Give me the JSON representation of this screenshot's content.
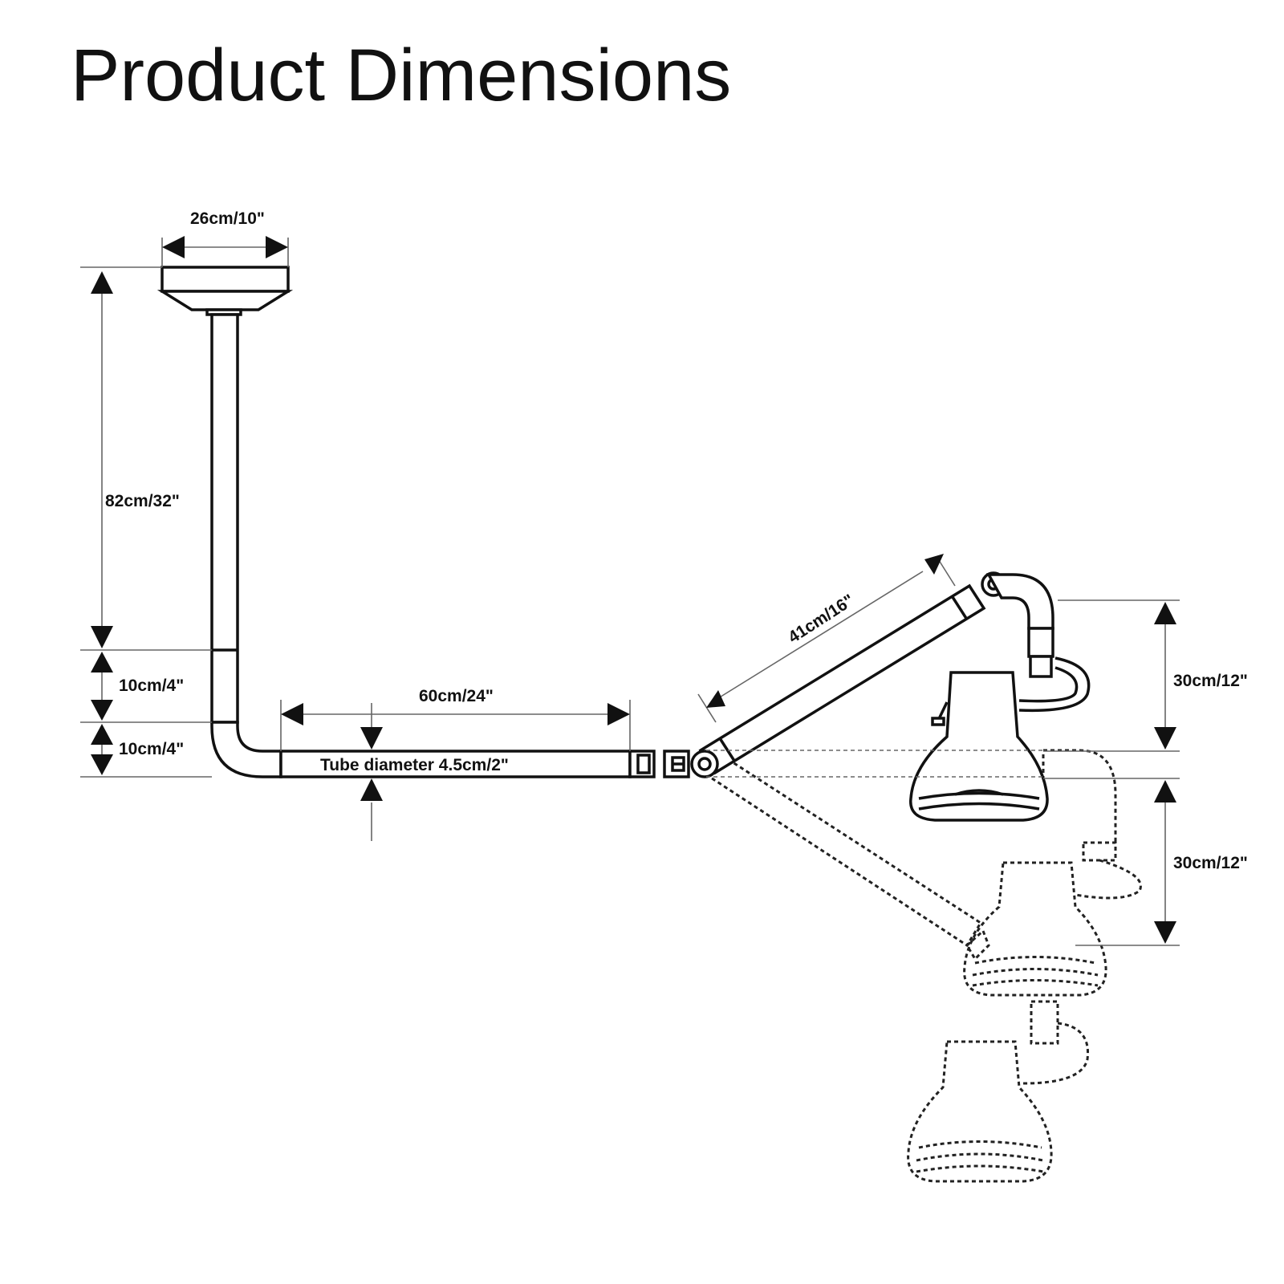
{
  "title": "Product Dimensions",
  "dimensions": {
    "canopy_width": "26cm/10\"",
    "vertical_pole": "82cm/32\"",
    "lower_pole_segment": "10cm/4\"",
    "elbow_segment": "10cm/4\"",
    "horizontal_arm": "60cm/24\"",
    "tube_diameter": "Tube diameter 4.5cm/2\"",
    "swing_arm": "41cm/16\"",
    "lamp_height_up": "30cm/12\"",
    "lamp_height_down": "30cm/12\""
  }
}
